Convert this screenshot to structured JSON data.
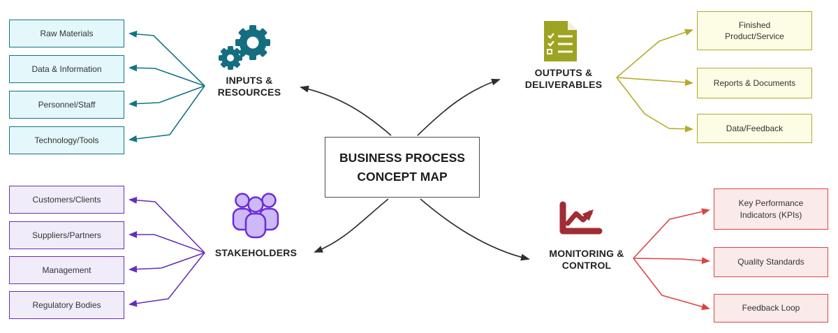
{
  "title": "BUSINESS PROCESS CONCEPT MAP",
  "colors": {
    "teal_line": "#117585",
    "teal_fill": "#e4f7fa",
    "teal_icon": "#156e80",
    "olive_line": "#b3ab2b",
    "olive_fill": "#fdfce4",
    "olive_icon": "#9da322",
    "purple_line": "#6530b8",
    "purple_fill": "#f1ecfa",
    "purple_icon_fill": "#cdb9f5",
    "purple_icon_stroke": "#6c2bd9",
    "red_line": "#dd4444",
    "red_fill": "#fbeaea",
    "red_icon": "#a22c34",
    "center_arrow": "#2e2e2e"
  },
  "branches": {
    "inputs": {
      "label": "INPUTS & RESOURCES",
      "icon": "gears-icon",
      "items": [
        "Raw Materials",
        "Data & Information",
        "Personnel/Staff",
        "Technology/Tools"
      ]
    },
    "outputs": {
      "label": "OUTPUTS & DELIVERABLES",
      "icon": "checklist-document-icon",
      "items": [
        "Finished Product/Service",
        "Reports & Documents",
        "Data/Feedback"
      ]
    },
    "stakeholders": {
      "label": "STAKEHOLDERS",
      "icon": "people-group-icon",
      "items": [
        "Customers/Clients",
        "Suppliers/Partners",
        "Management",
        "Regulatory Bodies"
      ]
    },
    "monitoring": {
      "label": "MONITORING & CONTROL",
      "icon": "trend-chart-icon",
      "items": [
        "Key Performance Indicators (KPIs)",
        "Quality Standards",
        "Feedback Loop"
      ]
    }
  }
}
